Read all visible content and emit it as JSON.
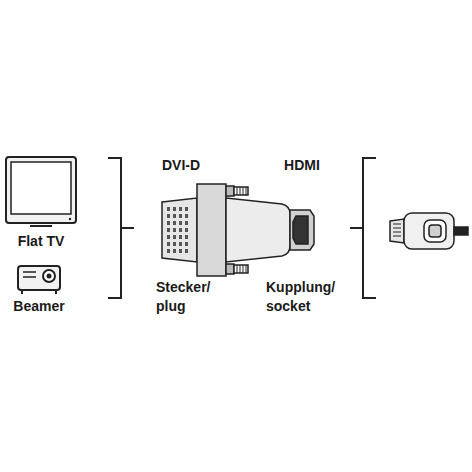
{
  "diagram": {
    "labels": [
      "Flat TV",
      "Beamer",
      "DVI-D",
      "HDMI",
      "Stecker/ plug",
      "Kupplung/ socket"
    ]
  }
}
